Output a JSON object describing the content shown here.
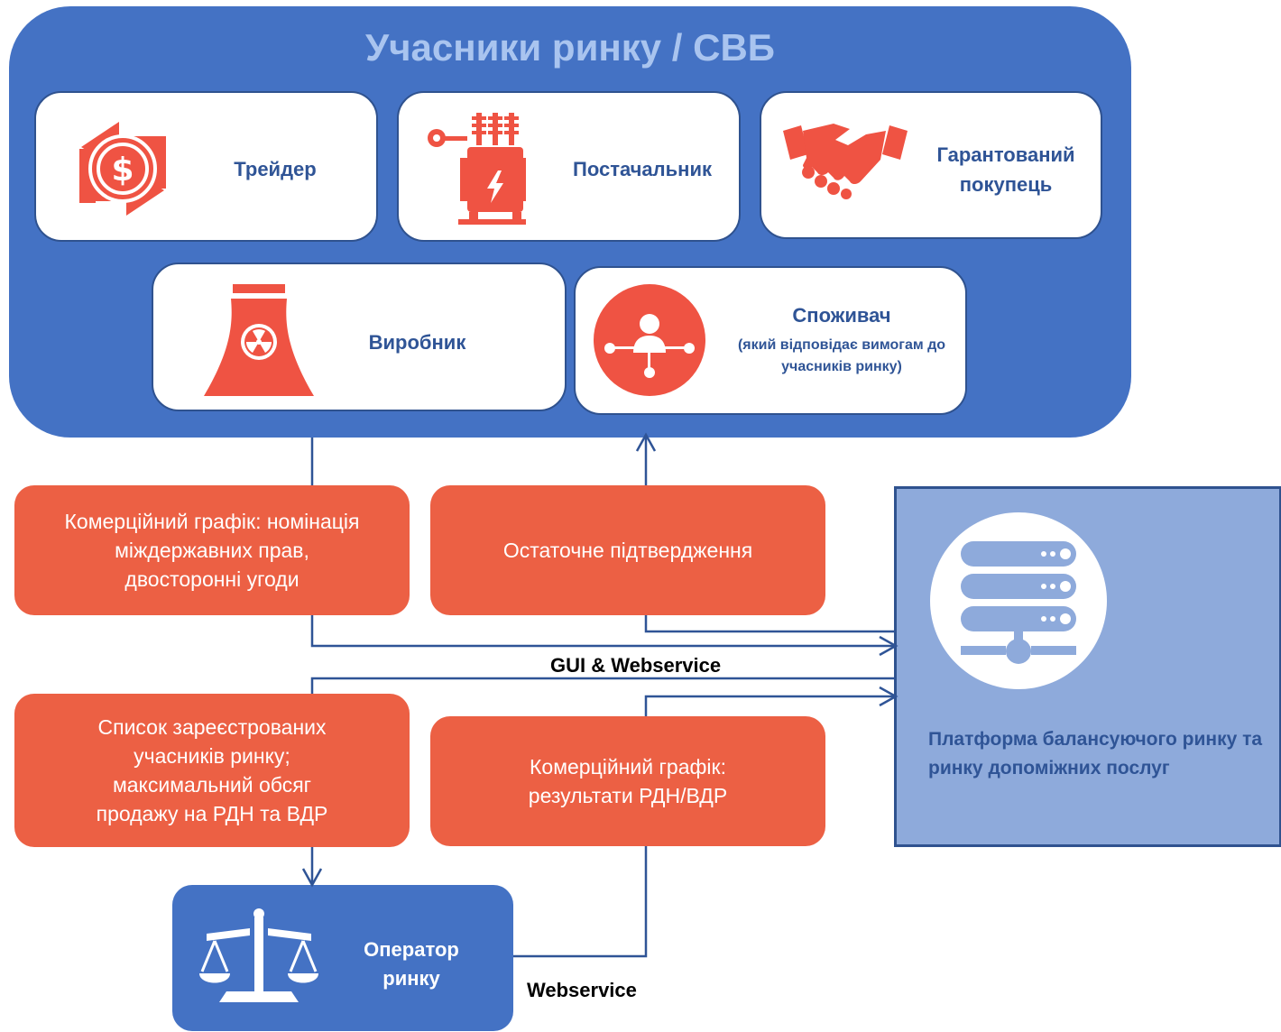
{
  "participants": {
    "title": "Учасники ринку / СВБ",
    "trader": "Трейдер",
    "supplier": "Постачальник",
    "guaranteed_buyer": "Гарантований покупець",
    "producer": "Виробник",
    "consumer": "Споживач",
    "consumer_note": "(який відповідає вимогам до учасників ринку)"
  },
  "flows": {
    "commercial_schedule_nomination": "Комерційний графік: номінація міждержавних прав, двосторонні угоди",
    "final_confirmation": "Остаточне підтвердження",
    "registered_participants_list": "Список зареєстрованих учасників ринку; максимальний обсяг продажу на РДН та ВДР",
    "commercial_schedule_results": "Комерційний графік: результати РДН/ВДР"
  },
  "connectors": {
    "gui_webservice": "GUI & Webservice",
    "webservice": "Webservice"
  },
  "platform": {
    "label": "Платформа балансуючого ринку та ринку допоміжних послуг"
  },
  "operator": {
    "label": "Оператор ринку"
  },
  "colors": {
    "blue": "#4472c4",
    "orange": "#ec6044",
    "light_blue": "#8eaadb",
    "icon_red": "#ef5343",
    "dark_blue": "#2f5496"
  },
  "icons": [
    "dollar-exchange-icon",
    "transformer-icon",
    "handshake-icon",
    "nuclear-plant-icon",
    "consumer-network-icon",
    "server-icon",
    "scales-icon"
  ]
}
